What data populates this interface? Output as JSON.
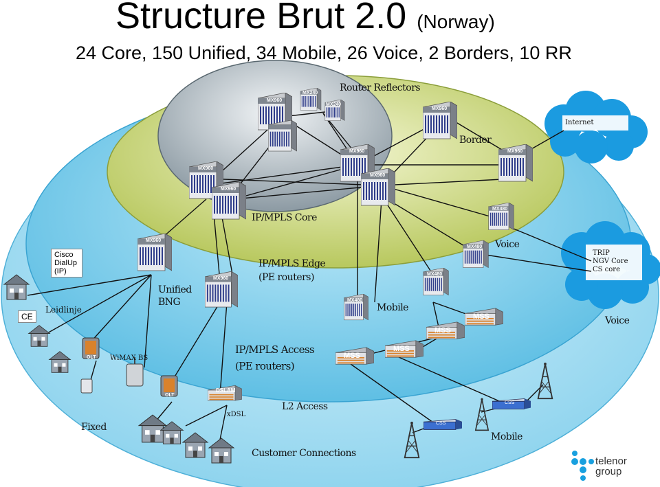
{
  "title": {
    "main": "Structure Brut 2.0",
    "suffix": "(Norway)"
  },
  "subtitle": "24 Core, 150 Unified, 34 Mobile, 26 Voice, 2 Borders, 10 RR",
  "labels": {
    "router_reflectors": "Router Reflectors",
    "border": "Border",
    "internet": "Internet",
    "ip_mpls_core": "IP/MPLS Core",
    "voice_upper": "Voice",
    "ip_mpls_edge_1": "IP/MPLS Edge",
    "ip_mpls_edge_2": "(PE routers)",
    "unified_1": "Unified",
    "unified_2": "BNG",
    "mobile_mid": "Mobile",
    "leidlinje": "Leidlinje",
    "voice_right": "Voice",
    "ip_mpls_access_1": "IP/MPLS Access",
    "ip_mpls_access_2": "(PE routers)",
    "wimax_bs": "WiMAX BS",
    "l2_access": "L2 Access",
    "xdsl": "xDSL",
    "fixed": "Fixed",
    "mobile_bottom": "Mobile",
    "customer_connections": "Customer Connections"
  },
  "cisco_box": [
    "Cisco",
    "DialUp",
    "(IP)"
  ],
  "ce_box": "CE",
  "trip_cloud": [
    "TRIP",
    "NGV Core",
    "CS core"
  ],
  "device_labels": {
    "mx960": "MX960",
    "mx240": "MX240",
    "mx480": "MX480",
    "mss": "MSS",
    "olt": "OLT",
    "dslam": "DSLAM",
    "css": "CSS"
  },
  "brand": {
    "line1": "telenor",
    "line2": "group"
  },
  "colors": {
    "outer_blue": "#8fd4ee",
    "middle_blue": "#6ec5e6",
    "edge_green": "#d6e08a",
    "core_gray": "#a9b6be",
    "cloud_blue": "#1b9be0",
    "mss_orange": "#d9822b",
    "telenor_blue": "#19a0df"
  }
}
